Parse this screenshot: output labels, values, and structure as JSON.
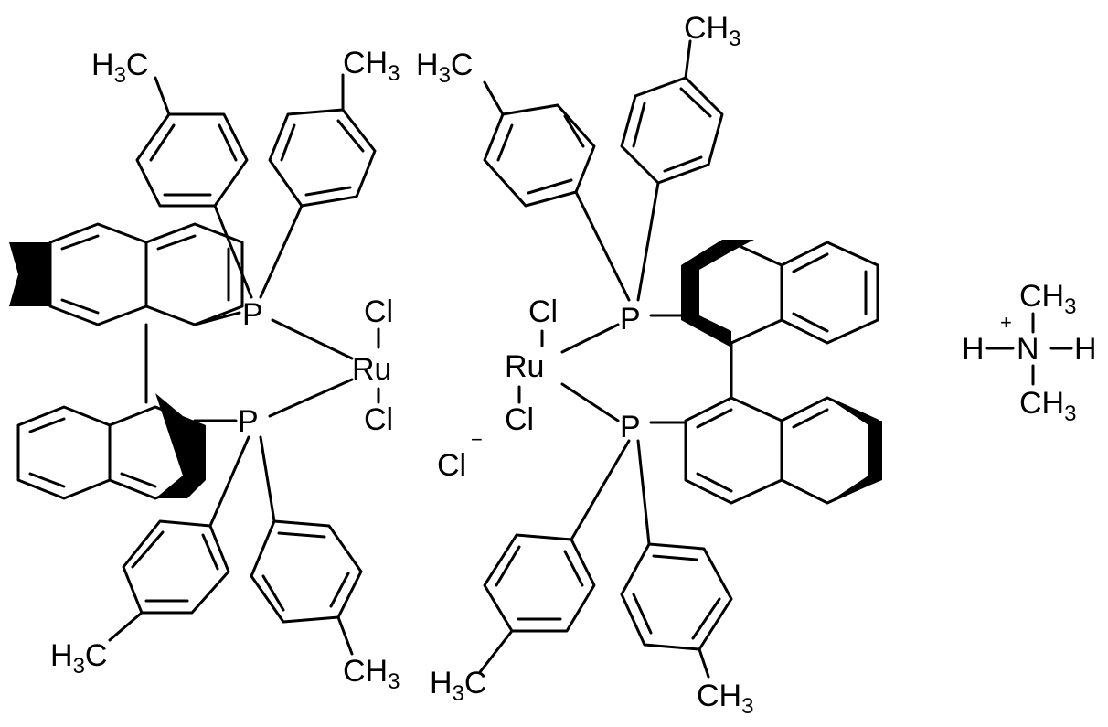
{
  "diagram": {
    "labels": {
      "p": "P",
      "ru": "Ru",
      "cl": "Cl",
      "ch3": "CH",
      "h3c": "H",
      "c": "C",
      "sub3": "3",
      "n": "N",
      "h": "H",
      "anion_minus": "−",
      "cation_plus": "+"
    }
  }
}
